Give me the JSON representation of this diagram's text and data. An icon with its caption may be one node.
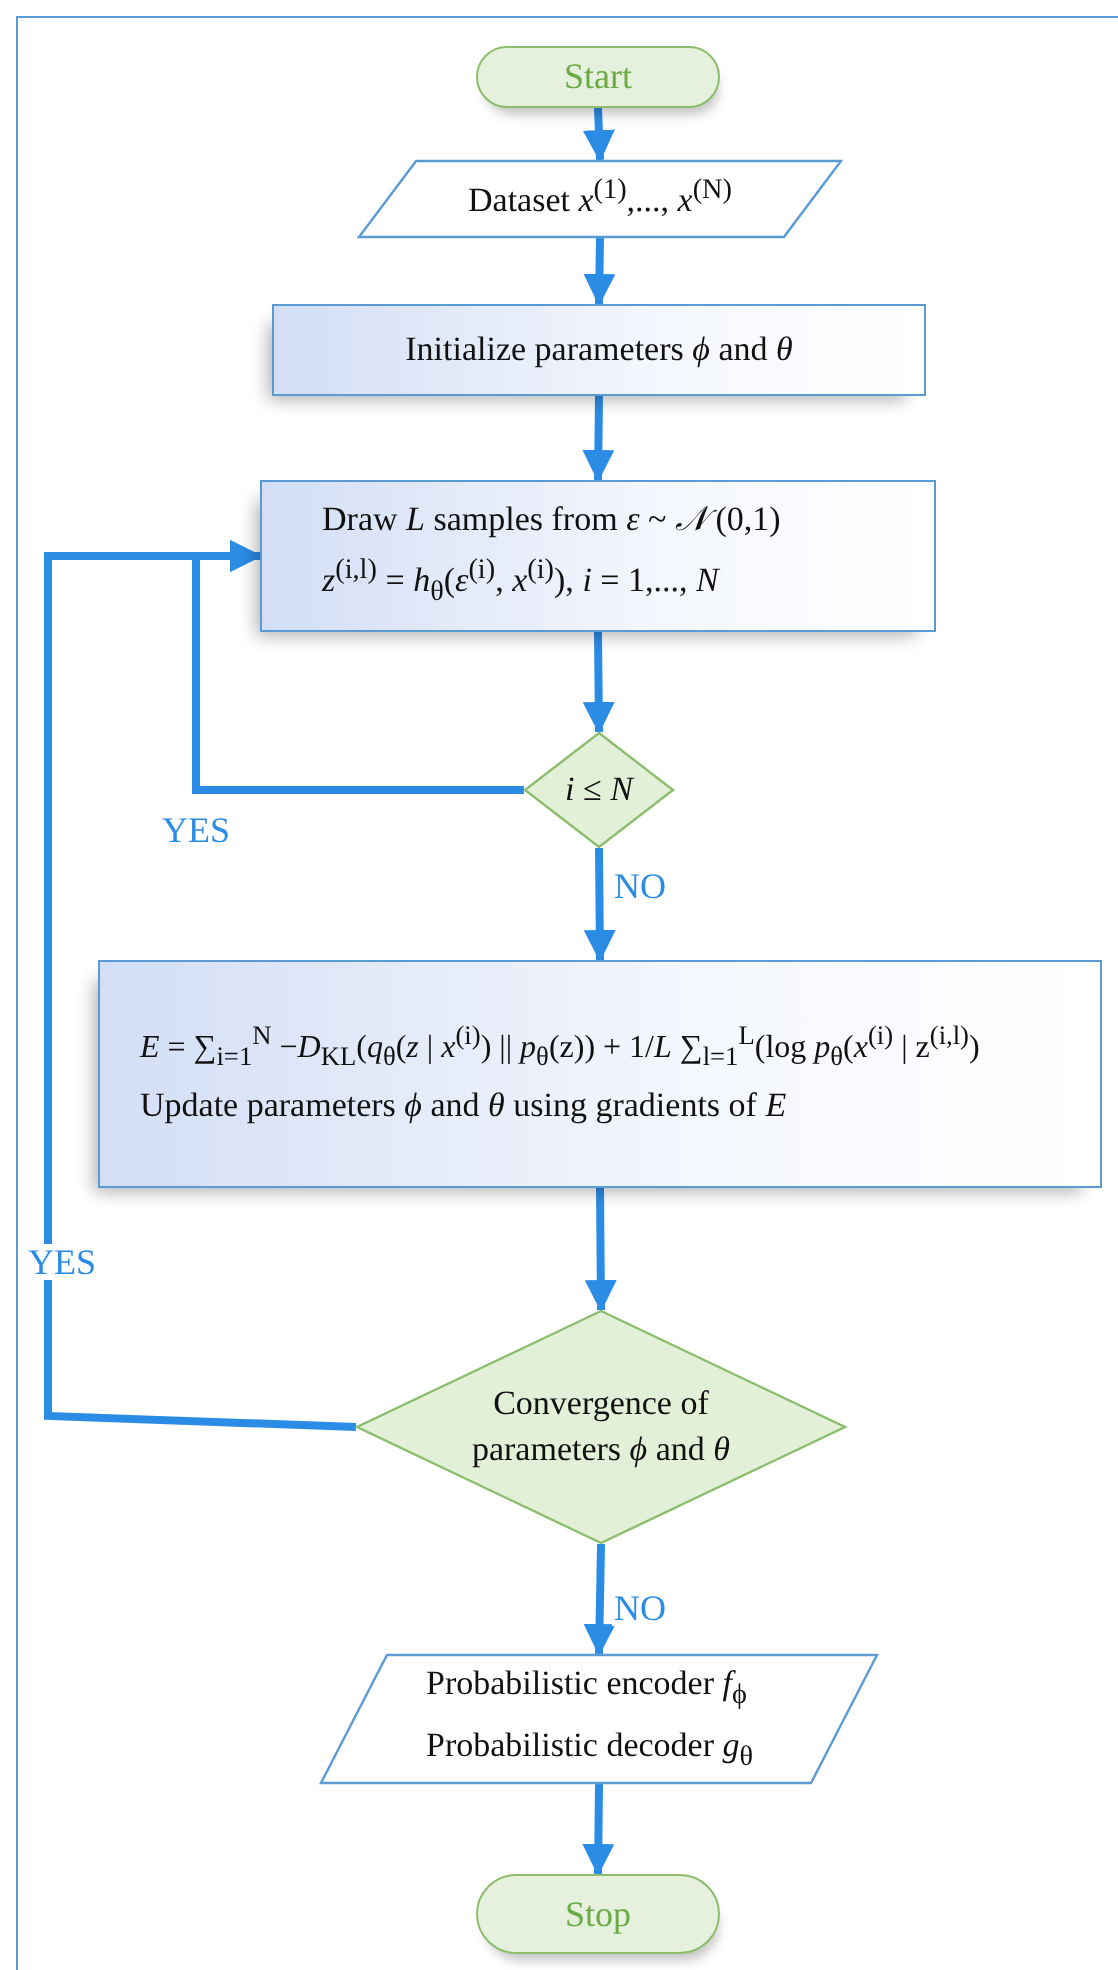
{
  "diagram": {
    "nodes": [
      {
        "text": [
          "Start"
        ]
      },
      {
        "text": [
          "Dataset *x*$^{(1)}$,..., *x*$^{(N)}$"
        ]
      },
      {
        "text": [
          "Initialize parameters *ϕ* and *θ*"
        ]
      },
      {
        "text": [
          "Draw *L* samples from *ε* ~ *𝒩* (0,1)",
          "*z*$^{(i,l)}$ = *h*$_{θ}$(*ε*$^{(i)}$, *x*$^{(i)}$),      *i* = 1,..., *N*"
        ]
      },
      {
        "text": [
          "*i* ≤ *N*"
        ]
      },
      {
        "text": [
          "*E* = ∑$_{i=1}$$^{N}$ −*D*$_{KL}$(*q*$_{θ}$(*z* | *x*$^{(i)}$) || *p*$_{θ}$(z)) + 1/*L* ∑$_{l=1}$$^{L}$(log *p*$_{θ}$(*x*$^{(i)}$ | z$^{(i,l)}$)",
          "Update parameters *ϕ* and *θ* using gradients of *E*"
        ]
      },
      {
        "text": [
          "Convergence of parameters *ϕ* and *θ*"
        ]
      },
      {
        "text": [
          "Probabilistic encoder *f*$_{ϕ}$",
          "Probabilistic decoder *g*$_{θ}$"
        ]
      },
      {
        "text": [
          "Stop"
        ]
      }
    ],
    "edges": [
      {
        "from": 0,
        "to": 1,
        "arrow": "to"
      },
      {
        "from": 1,
        "to": 2,
        "arrow": "to"
      },
      {
        "from": 2,
        "to": 3,
        "arrow": "to"
      },
      {
        "from": 3,
        "to": 4,
        "arrow": "to"
      },
      {
        "from": 4,
        "to": 3,
        "arrow": "to",
        "label": "YES"
      },
      {
        "from": 4,
        "to": 5,
        "arrow": "to",
        "label": "NO"
      },
      {
        "from": 5,
        "to": 6,
        "arrow": "to"
      },
      {
        "from": 6,
        "to": 3,
        "arrow": "to",
        "label": "YES"
      },
      {
        "from": 6,
        "to": 7,
        "arrow": "to",
        "label": "NO"
      },
      {
        "from": 7,
        "to": 8,
        "arrow": "to"
      }
    ]
  }
}
